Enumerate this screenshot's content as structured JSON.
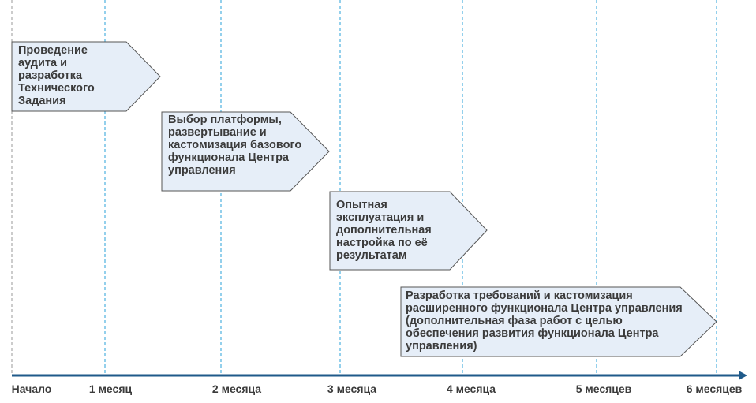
{
  "phases": [
    {
      "text": "Проведение аудита и разработка Технического Задания"
    },
    {
      "text": "Выбор платформы, развертывание и кастомизация базового функционала Центра управления"
    },
    {
      "text": "Опытная эксплуатация и дополнительная настройка по её результатам"
    },
    {
      "text": "Разработка требований и кастомизация расширенного функционала Центра управления (дополнительная фаза работ с целью обеспечения развития функционала Центра управления)"
    }
  ],
  "timeline": {
    "labels": [
      "Начало",
      "1 месяц",
      "2 месяца",
      "3 месяца",
      "4 месяца",
      "5 месяцев",
      "6 месяцев"
    ]
  },
  "colors": {
    "fill": "#e6eef8",
    "border": "#555555",
    "axis": "#1f5a8a",
    "grid": "#2aa0d8",
    "text": "#3b3b3b"
  }
}
